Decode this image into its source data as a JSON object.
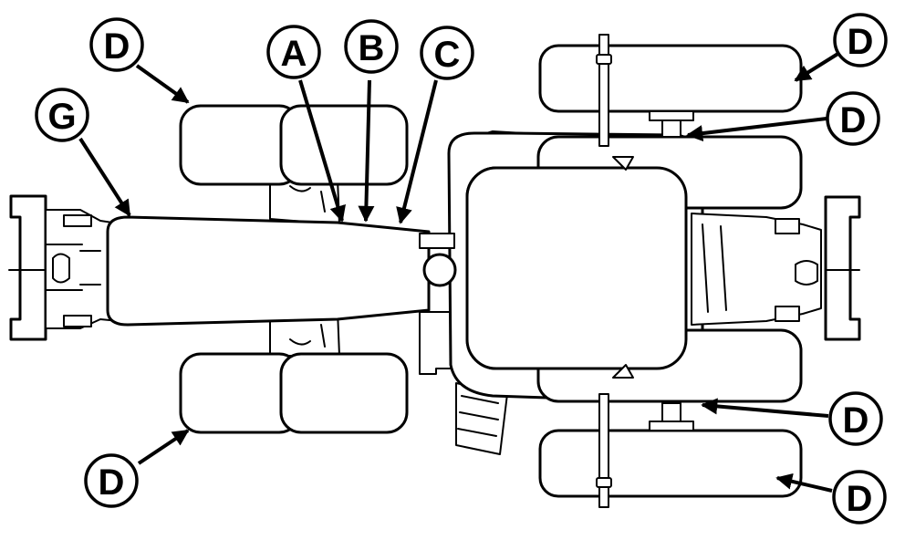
{
  "callouts": {
    "a": "A",
    "b": "B",
    "c": "C",
    "d": "D",
    "g": "G"
  },
  "line_color": "#000000",
  "background_color": "#ffffff"
}
